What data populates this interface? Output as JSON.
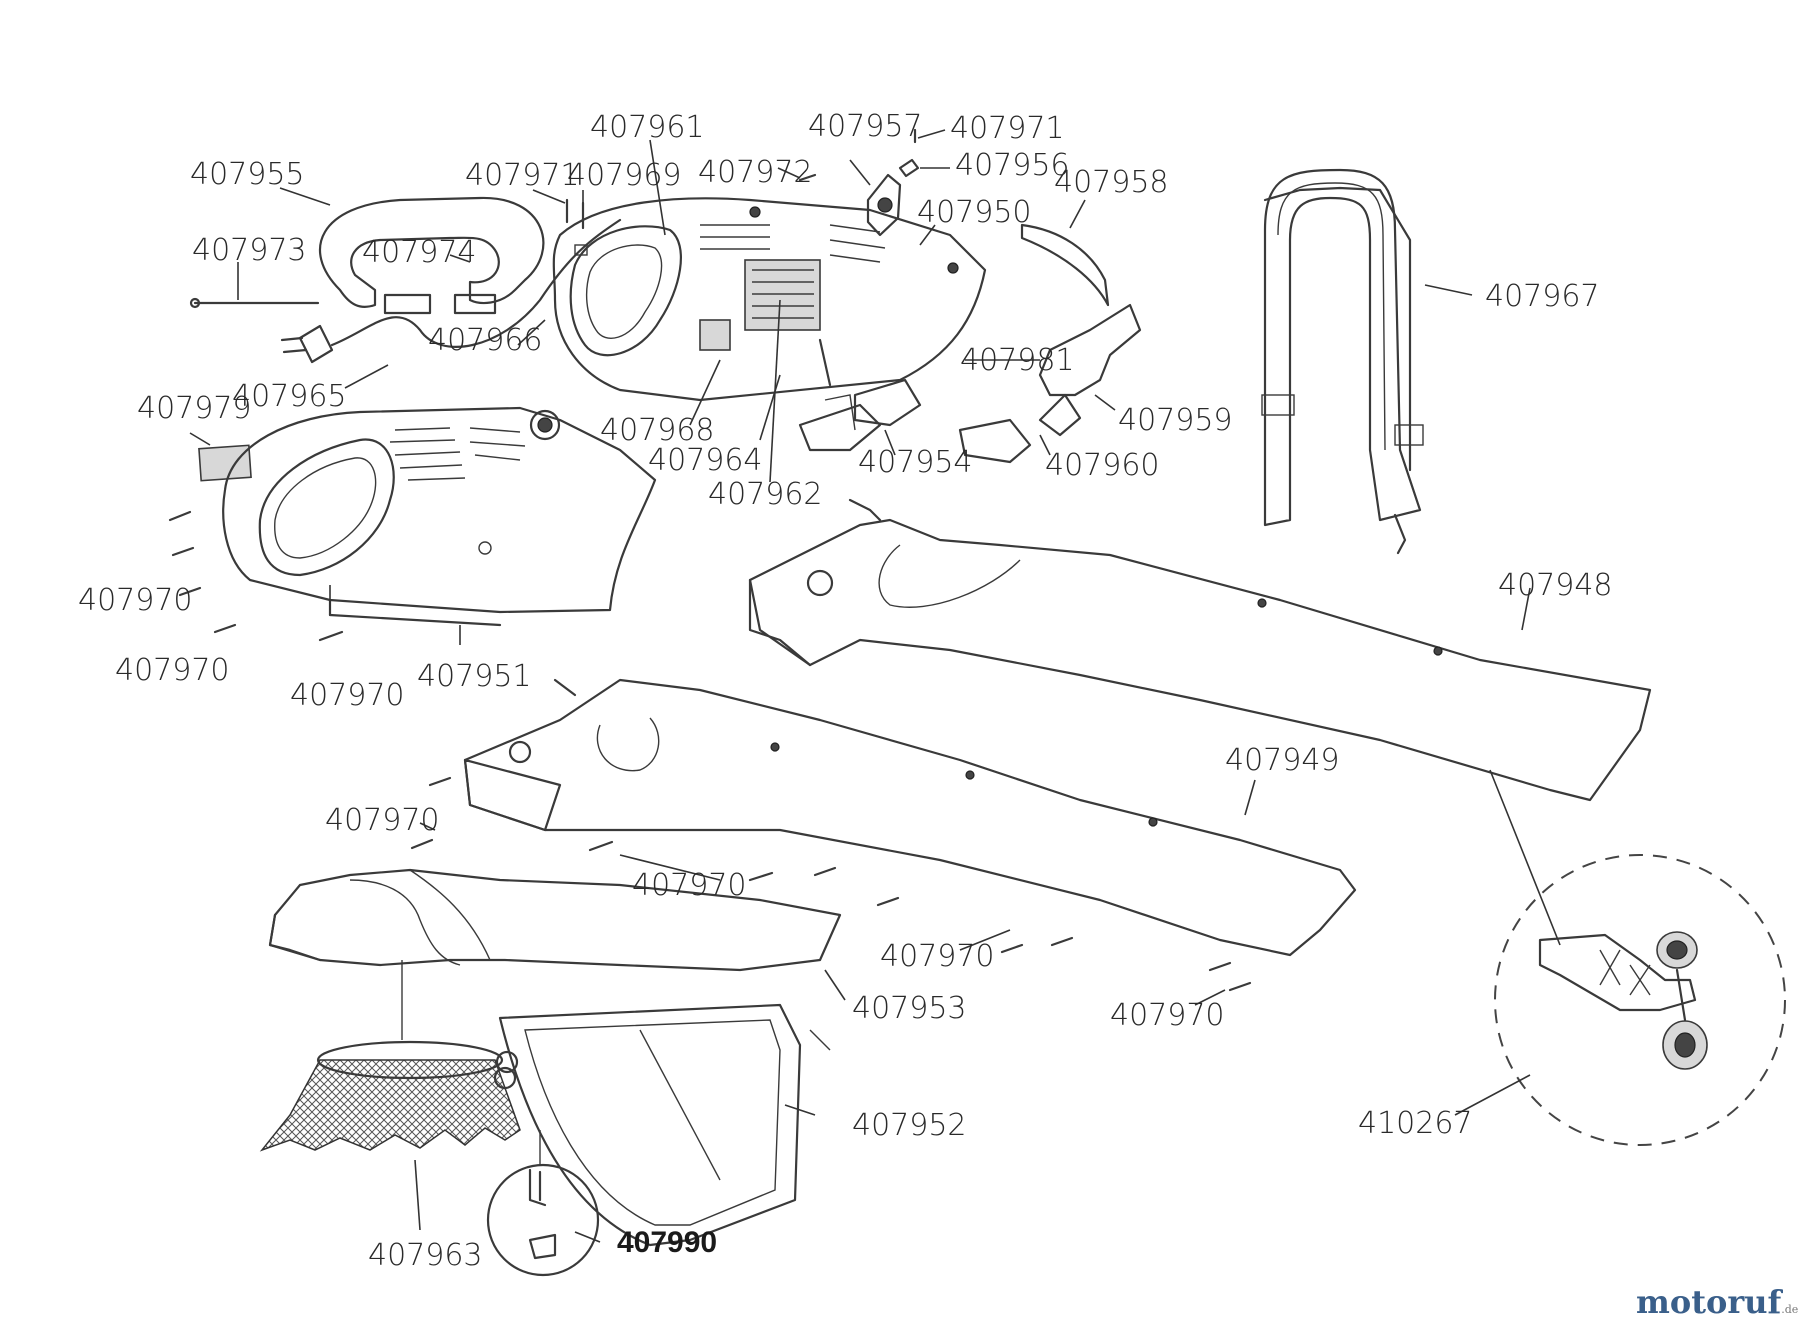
{
  "diagram": {
    "labels": [
      {
        "id": "p407955",
        "text": "407955"
      },
      {
        "id": "p407973",
        "text": "407973"
      },
      {
        "id": "p407974",
        "text": "407974"
      },
      {
        "id": "p407971a",
        "text": "407971"
      },
      {
        "id": "p407969",
        "text": "407969"
      },
      {
        "id": "p407961",
        "text": "407961"
      },
      {
        "id": "p407972",
        "text": "407972"
      },
      {
        "id": "p407957",
        "text": "407957"
      },
      {
        "id": "p407971b",
        "text": "407971"
      },
      {
        "id": "p407956",
        "text": "407956"
      },
      {
        "id": "p407958",
        "text": "407958"
      },
      {
        "id": "p407950",
        "text": "407950"
      },
      {
        "id": "p407967",
        "text": "407967"
      },
      {
        "id": "p407966",
        "text": "407966"
      },
      {
        "id": "p407965",
        "text": "407965"
      },
      {
        "id": "p407979",
        "text": "407979"
      },
      {
        "id": "p407981",
        "text": "407981"
      },
      {
        "id": "p407959",
        "text": "407959"
      },
      {
        "id": "p407968",
        "text": "407968"
      },
      {
        "id": "p407964",
        "text": "407964"
      },
      {
        "id": "p407954",
        "text": "407954"
      },
      {
        "id": "p407960",
        "text": "407960"
      },
      {
        "id": "p407962",
        "text": "407962"
      },
      {
        "id": "p407970a",
        "text": "407970"
      },
      {
        "id": "p407970b",
        "text": "407970"
      },
      {
        "id": "p407970c",
        "text": "407970"
      },
      {
        "id": "p407951",
        "text": "407951"
      },
      {
        "id": "p407948",
        "text": "407948"
      },
      {
        "id": "p407949",
        "text": "407949"
      },
      {
        "id": "p407970d",
        "text": "407970"
      },
      {
        "id": "p407970e",
        "text": "407970"
      },
      {
        "id": "p407970f",
        "text": "407970"
      },
      {
        "id": "p407970g",
        "text": "407970"
      },
      {
        "id": "p407953",
        "text": "407953"
      },
      {
        "id": "p407952",
        "text": "407952"
      },
      {
        "id": "p410267",
        "text": "410267"
      },
      {
        "id": "p407963",
        "text": "407963"
      },
      {
        "id": "p407990",
        "text": "407990"
      }
    ]
  },
  "watermark": {
    "brand": "motoruf",
    "suffix": ".de"
  }
}
